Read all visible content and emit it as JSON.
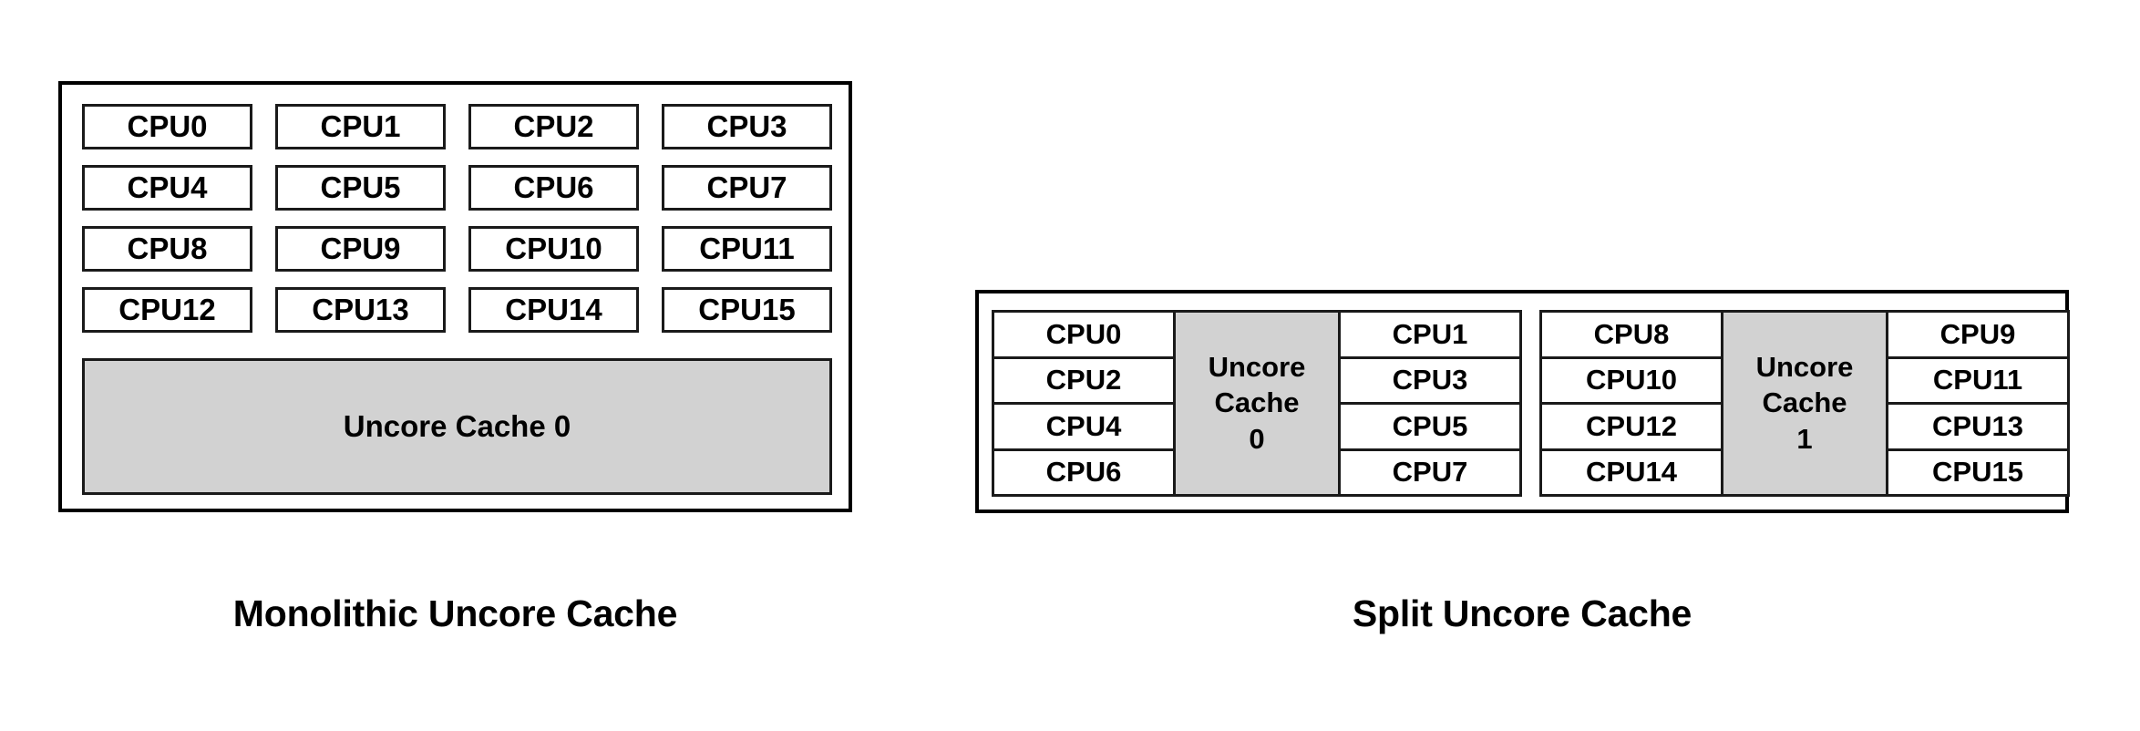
{
  "figure": {
    "background_color": "#ffffff",
    "outline_color": "#000000",
    "cache_fill_color": "#d2d2d2"
  },
  "diagrams": [
    {
      "id": "monolithic",
      "caption": "Monolithic Uncore Cache",
      "cpu_grid": {
        "rows": 4,
        "cols": 4,
        "labels": [
          "CPU0",
          "CPU1",
          "CPU2",
          "CPU3",
          "CPU4",
          "CPU5",
          "CPU6",
          "CPU7",
          "CPU8",
          "CPU9",
          "CPU10",
          "CPU11",
          "CPU12",
          "CPU13",
          "CPU14",
          "CPU15"
        ]
      },
      "uncore_cache": {
        "label": "Uncore Cache 0"
      }
    },
    {
      "id": "split",
      "caption": "Split Uncore Cache",
      "groups": [
        {
          "left_cpus": [
            "CPU0",
            "CPU2",
            "CPU4",
            "CPU6"
          ],
          "cache_lines": [
            "Uncore",
            "Cache",
            "0"
          ],
          "right_cpus": [
            "CPU1",
            "CPU3",
            "CPU5",
            "CPU7"
          ]
        },
        {
          "left_cpus": [
            "CPU8",
            "CPU10",
            "CPU12",
            "CPU14"
          ],
          "cache_lines": [
            "Uncore",
            "Cache",
            "1"
          ],
          "right_cpus": [
            "CPU9",
            "CPU11",
            "CPU13",
            "CPU15"
          ]
        }
      ]
    }
  ]
}
